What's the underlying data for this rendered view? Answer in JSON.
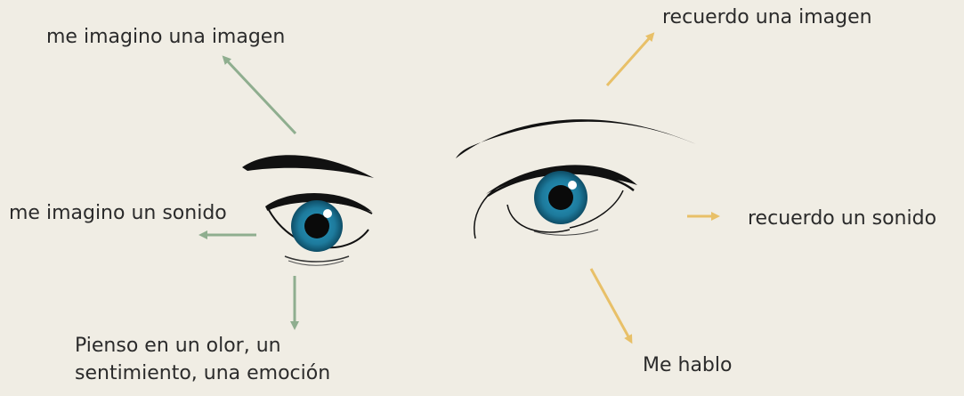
{
  "labels": {
    "left_top": "me imagino una imagen",
    "left_middle": "me imagino un sonido",
    "left_bottom_line1": "Pienso en un olor, un",
    "left_bottom_line2": "sentimiento, una emoción",
    "right_top": "recuerdo una imagen",
    "right_middle": "recuerdo un sonido",
    "right_bottom": "Me hablo"
  },
  "colors": {
    "background": "#f0ede4",
    "left_arrows": "#8fae8f",
    "right_arrows": "#e8c068",
    "iris": "#1d7a9c",
    "iris_dark": "#0e4d66",
    "ink": "#111111",
    "text": "#2b2b2b"
  }
}
